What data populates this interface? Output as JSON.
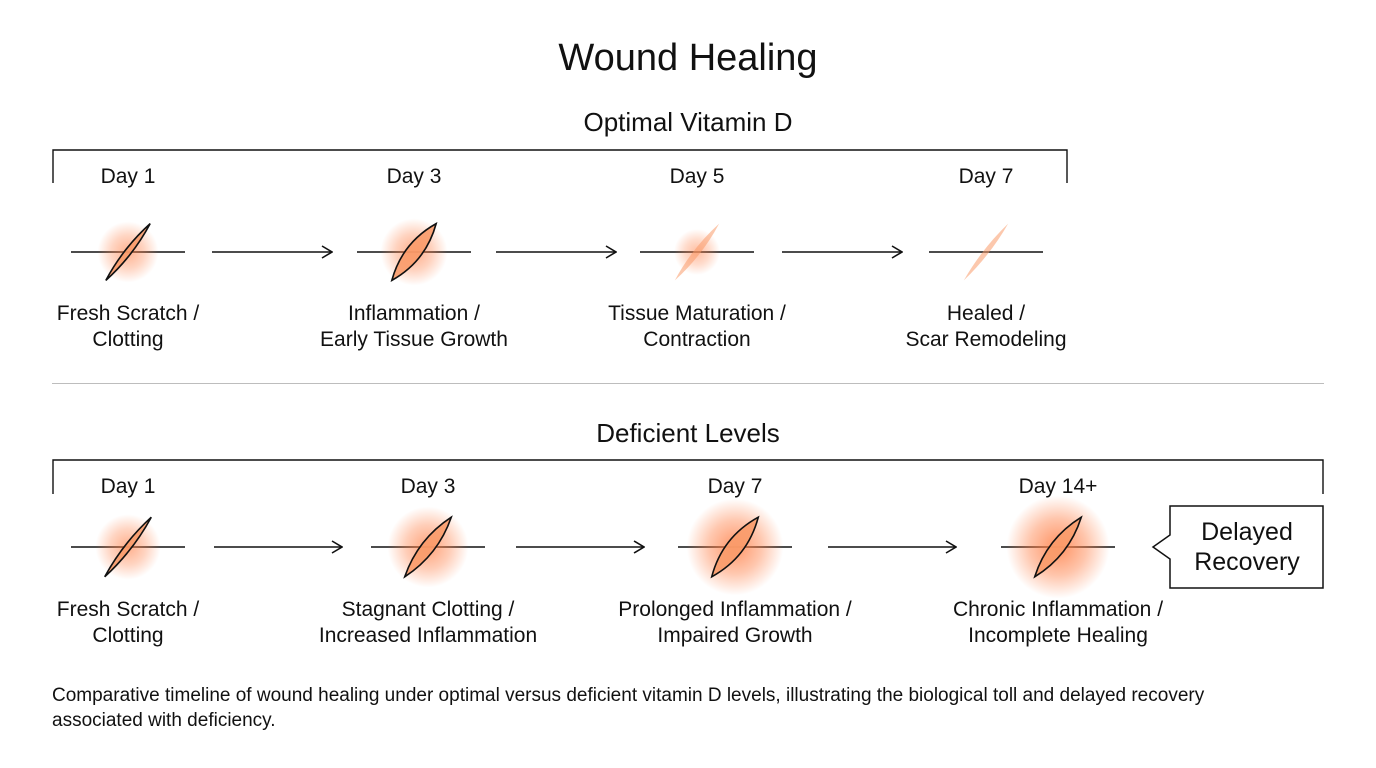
{
  "title": "Wound Healing",
  "colors": {
    "wound_fill": "#fa9b6a",
    "wound_glow": "#ff7e45",
    "line": "#111111",
    "divider": "#bdbdbd"
  },
  "optimal": {
    "heading": "Optimal Vitamin D",
    "stages": [
      {
        "day": "Day 1",
        "label_line1": "Fresh Scratch /",
        "label_line2": "Clotting",
        "inflammation": 0.35,
        "wound_openness": 0.15,
        "outline": true
      },
      {
        "day": "Day 3",
        "label_line1": "Inflammation /",
        "label_line2": "Early Tissue Growth",
        "inflammation": 0.45,
        "wound_openness": 0.55,
        "outline": true
      },
      {
        "day": "Day 5",
        "label_line1": "Tissue Maturation /",
        "label_line2": "Contraction",
        "inflammation": 0.1,
        "wound_openness": 0.15,
        "outline": false
      },
      {
        "day": "Day 7",
        "label_line1": "Healed /",
        "label_line2": "Scar Remodeling",
        "inflammation": 0.0,
        "wound_openness": 0.1,
        "outline": false
      }
    ]
  },
  "deficient": {
    "heading": "Deficient Levels",
    "stages": [
      {
        "day": "Day 1",
        "label_line1": "Fresh Scratch /",
        "label_line2": "Clotting",
        "inflammation": 0.4,
        "wound_openness": 0.15,
        "outline": true
      },
      {
        "day": "Day 3",
        "label_line1": "Stagnant Clotting /",
        "label_line2": "Increased Inflammation",
        "inflammation": 0.65,
        "wound_openness": 0.45,
        "outline": true
      },
      {
        "day": "Day 7",
        "label_line1": "Prolonged Inflammation /",
        "label_line2": "Impaired Growth",
        "inflammation": 0.9,
        "wound_openness": 0.6,
        "outline": true
      },
      {
        "day": "Day 14+",
        "label_line1": "Chronic Inflammation /",
        "label_line2": "Incomplete Healing",
        "inflammation": 1.0,
        "wound_openness": 0.5,
        "outline": true
      }
    ],
    "callout_line1": "Delayed",
    "callout_line2": "Recovery"
  },
  "caption": "Comparative timeline of wound healing under optimal versus deficient vitamin D levels, illustrating the biological toll and delayed recovery associated with deficiency."
}
